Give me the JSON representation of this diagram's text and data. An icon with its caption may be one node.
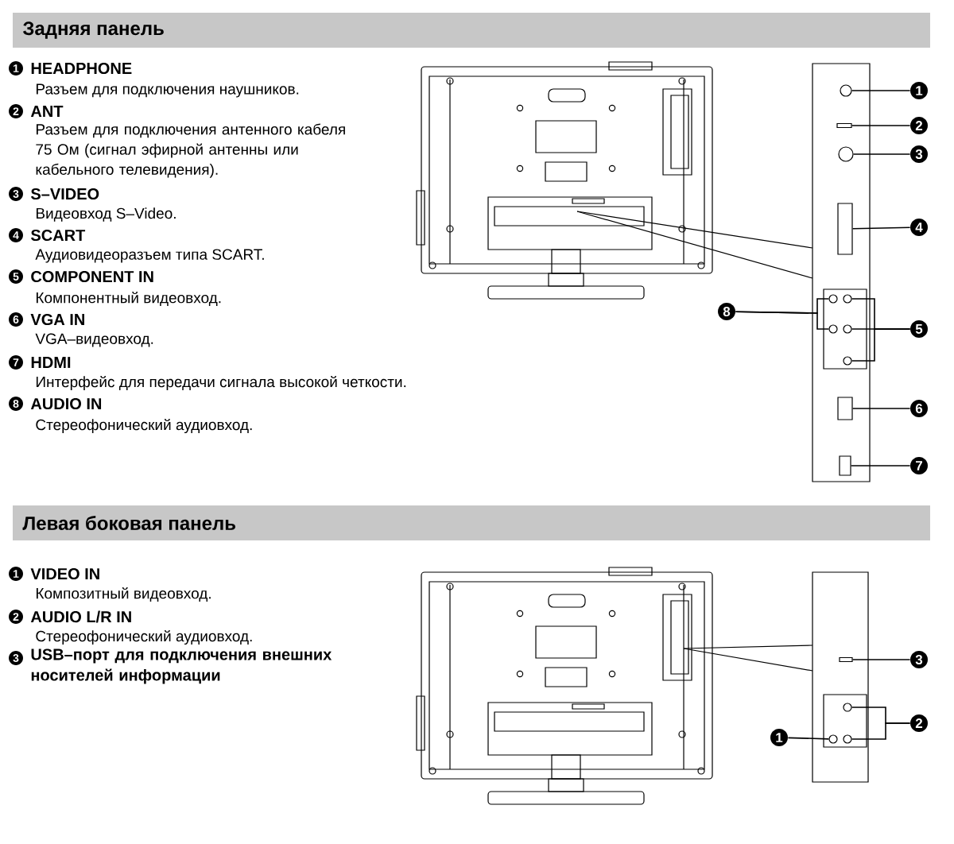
{
  "diagram": {
    "nodes": [
      {
        "text": [
          "1"
        ]
      },
      {
        "text": [
          "2"
        ]
      },
      {
        "text": [
          "3"
        ]
      },
      {
        "text": [
          "4"
        ]
      },
      {
        "text": [
          "8"
        ]
      },
      {
        "text": [
          "5"
        ]
      },
      {
        "text": [
          "6"
        ]
      },
      {
        "text": [
          "7"
        ]
      },
      {
        "text": [
          "3"
        ]
      },
      {
        "text": [
          "2"
        ]
      },
      {
        "text": [
          "1"
        ]
      },
      {
        "text": [],
        "shape": "circle"
      },
      {
        "text": [],
        "shape": "box"
      },
      {
        "text": [],
        "shape": "circle"
      },
      {
        "text": [],
        "shape": "box"
      },
      {
        "text": [],
        "shape": "circle"
      },
      {
        "text": [],
        "shape": "circle"
      },
      {
        "text": [],
        "shape": "circle"
      },
      {
        "text": [],
        "shape": "circle"
      },
      {
        "text": [],
        "shape": "circle"
      },
      {
        "text": [],
        "shape": "box"
      },
      {
        "text": [],
        "shape": "box"
      },
      {
        "text": [],
        "shape": "box"
      },
      {
        "text": [],
        "shape": "circle"
      },
      {
        "text": [],
        "shape": "circle"
      },
      {
        "text": [],
        "shape": "circle"
      }
    ],
    "edges": [
      {
        "from": 0,
        "to": 11,
        "arrow": "none"
      },
      {
        "from": 1,
        "to": 12,
        "arrow": "none"
      },
      {
        "from": 2,
        "to": 13,
        "arrow": "none"
      },
      {
        "from": 3,
        "to": 14,
        "arrow": "none"
      },
      {
        "from": 4,
        "to": 15,
        "arrow": "none"
      },
      {
        "from": 4,
        "to": 17,
        "arrow": "none"
      },
      {
        "from": 5,
        "to": 16,
        "arrow": "none"
      },
      {
        "from": 5,
        "to": 18,
        "arrow": "none"
      },
      {
        "from": 5,
        "to": 19,
        "arrow": "none"
      },
      {
        "from": 6,
        "to": 20,
        "arrow": "none"
      },
      {
        "from": 7,
        "to": 21,
        "arrow": "none"
      },
      {
        "from": 8,
        "to": 22,
        "arrow": "none"
      },
      {
        "from": 9,
        "to": 23,
        "arrow": "none"
      },
      {
        "from": 9,
        "to": 25,
        "arrow": "none"
      },
      {
        "from": 10,
        "to": 24,
        "arrow": "none"
      }
    ],
    "labels": [
      "Задняя панель",
      "1",
      "HEADPHONE",
      "Разъем для подключения наушников.",
      "2",
      "ANT",
      "Разъем для подключения антенного кабеля 75 Ом (сигнал эфирной антенны или кабельного телевидения).",
      "3",
      "S–VIDEO",
      "Видеовход S–Video.",
      "4",
      "SCART",
      "Аудиовидеоразъем типа SCART.",
      "5",
      "COMPONENT IN",
      "Компонентный видеовход.",
      "6",
      "VGA IN",
      "VGA–видеовход.",
      "7",
      "HDMI",
      "Интерфейс для передачи сигнала высокой четкости.",
      "8",
      "AUDIO IN",
      "Стереофонический аудиовход.",
      "Левая боковая панель",
      "1",
      "VIDEO IN",
      "Композитный видеовход.",
      "2",
      "AUDIO L/R IN",
      "Стереофонический аудиовход.",
      "3",
      "USB–порт для подключения внешних носителей информации"
    ]
  }
}
